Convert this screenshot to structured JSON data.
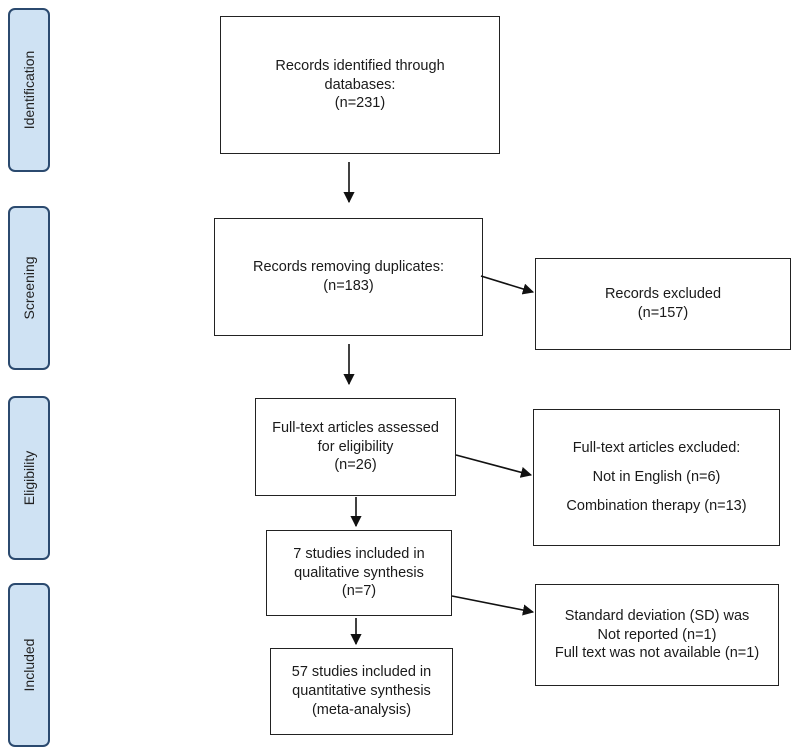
{
  "stages": {
    "identification": "Identification",
    "screening": "Screening",
    "eligibility": "Eligibility",
    "included": "Included"
  },
  "boxes": {
    "identified": {
      "lines": [
        "Records identified through",
        "databases:",
        "(n=231)"
      ]
    },
    "screened": {
      "lines": [
        "Records removing duplicates:",
        "(n=183)"
      ]
    },
    "excluded_records": {
      "lines": [
        "Records excluded",
        "(n=157)"
      ]
    },
    "fulltext_assessed": {
      "lines": [
        "Full-text articles assessed",
        "for eligibility",
        "(n=26)"
      ]
    },
    "fulltext_excluded": {
      "lines": [
        "Full-text articles excluded:",
        "Not in English (n=6)",
        "Combination therapy (n=13)"
      ]
    },
    "qualitative": {
      "lines": [
        "7 studies included in",
        "qualitative synthesis",
        "(n=7)"
      ]
    },
    "not_reported": {
      "lines": [
        "Standard deviation (SD) was",
        "Not reported (n=1)",
        "Full text was not available (n=1)"
      ]
    },
    "quantitative": {
      "lines": [
        "57 studies included in",
        "quantitative synthesis",
        "(meta-analysis)"
      ]
    }
  }
}
